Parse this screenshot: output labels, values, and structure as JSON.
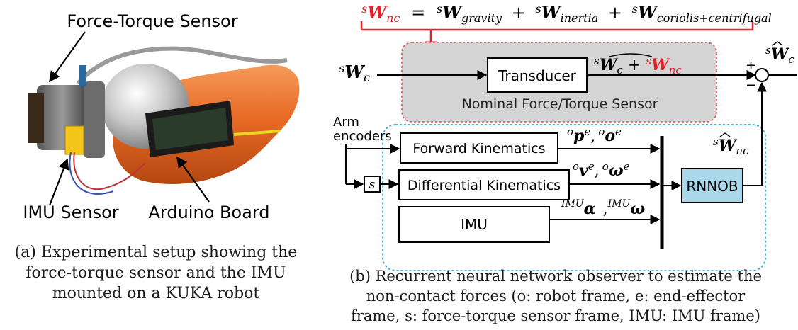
{
  "panel_a": {
    "labels": {
      "force_torque_sensor": "Force-Torque Sensor",
      "imu_sensor": "IMU Sensor",
      "arduino_board": "Arduino Board"
    },
    "caption": [
      "(a) Experimental setup showing the",
      "force-torque sensor and the IMU",
      "mounted on a KUKA robot"
    ]
  },
  "panel_b": {
    "top_equation": {
      "sup": "s",
      "lhs_main": "W",
      "lhs_sub": "nc",
      "terms": [
        {
          "sup": "s",
          "main": "W",
          "sub": "gravity"
        },
        {
          "sup": "s",
          "main": "W",
          "sub": "inertia"
        },
        {
          "sup": "s",
          "main": "W",
          "sub": "coriolis+centrifugal"
        }
      ],
      "equals": "=",
      "plus": "+"
    },
    "input": {
      "sup": "s",
      "main": "W",
      "sub": "c"
    },
    "blocks": {
      "transducer": "Transducer",
      "forward_kinematics": "Forward Kinematics",
      "differential_kinematics": "Differential Kinematics",
      "imu": "IMU",
      "rnnob": "RNNOB",
      "s_block": "s"
    },
    "region_label": "Nominal Force/Torque Sensor",
    "arm_encoders": [
      "Arm",
      "encoders"
    ],
    "transducer_output": {
      "sup": "s",
      "main": "W",
      "sub": "c",
      "plus": "+",
      "sup2": "s",
      "main2": "W",
      "sub2": "nc"
    },
    "signals": {
      "pose": {
        "sup_p": "o",
        "p": "p",
        "sup_e": "e",
        "comma": ",",
        "sup_o": "o",
        "o": "o",
        "sup_e2": "e"
      },
      "velocity": {
        "sup_v": "o",
        "v": "v",
        "sup_e": "e",
        "comma": ",",
        "sup_w": "o",
        "w": "ω",
        "sup_e2": "e"
      },
      "imu": {
        "sup_a": "IMU",
        "a": "α",
        "comma": ",",
        "sup_w": "IMU",
        "w": "ω"
      }
    },
    "rnnob_output": {
      "sup": "s",
      "main": "W",
      "sub": "nc"
    },
    "final_output": {
      "sup": "s",
      "main": "W",
      "sub": "c"
    },
    "sum_signs": {
      "plus": "+",
      "minus": "−"
    },
    "caption": [
      "(b) Recurrent neural network observer to estimate the",
      "non-contact forces (o: robot frame, e: end-effector",
      "frame, s: force-torque sensor frame, IMU: IMU frame)"
    ]
  },
  "colors": {
    "red": "#e0202a",
    "region_fill": "#d4d4d4",
    "region_border": "#e05050",
    "dotted_blue": "#3aa7d8",
    "rnnob_fill": "#a8d8ea",
    "robot_orange": "#e86a24"
  }
}
